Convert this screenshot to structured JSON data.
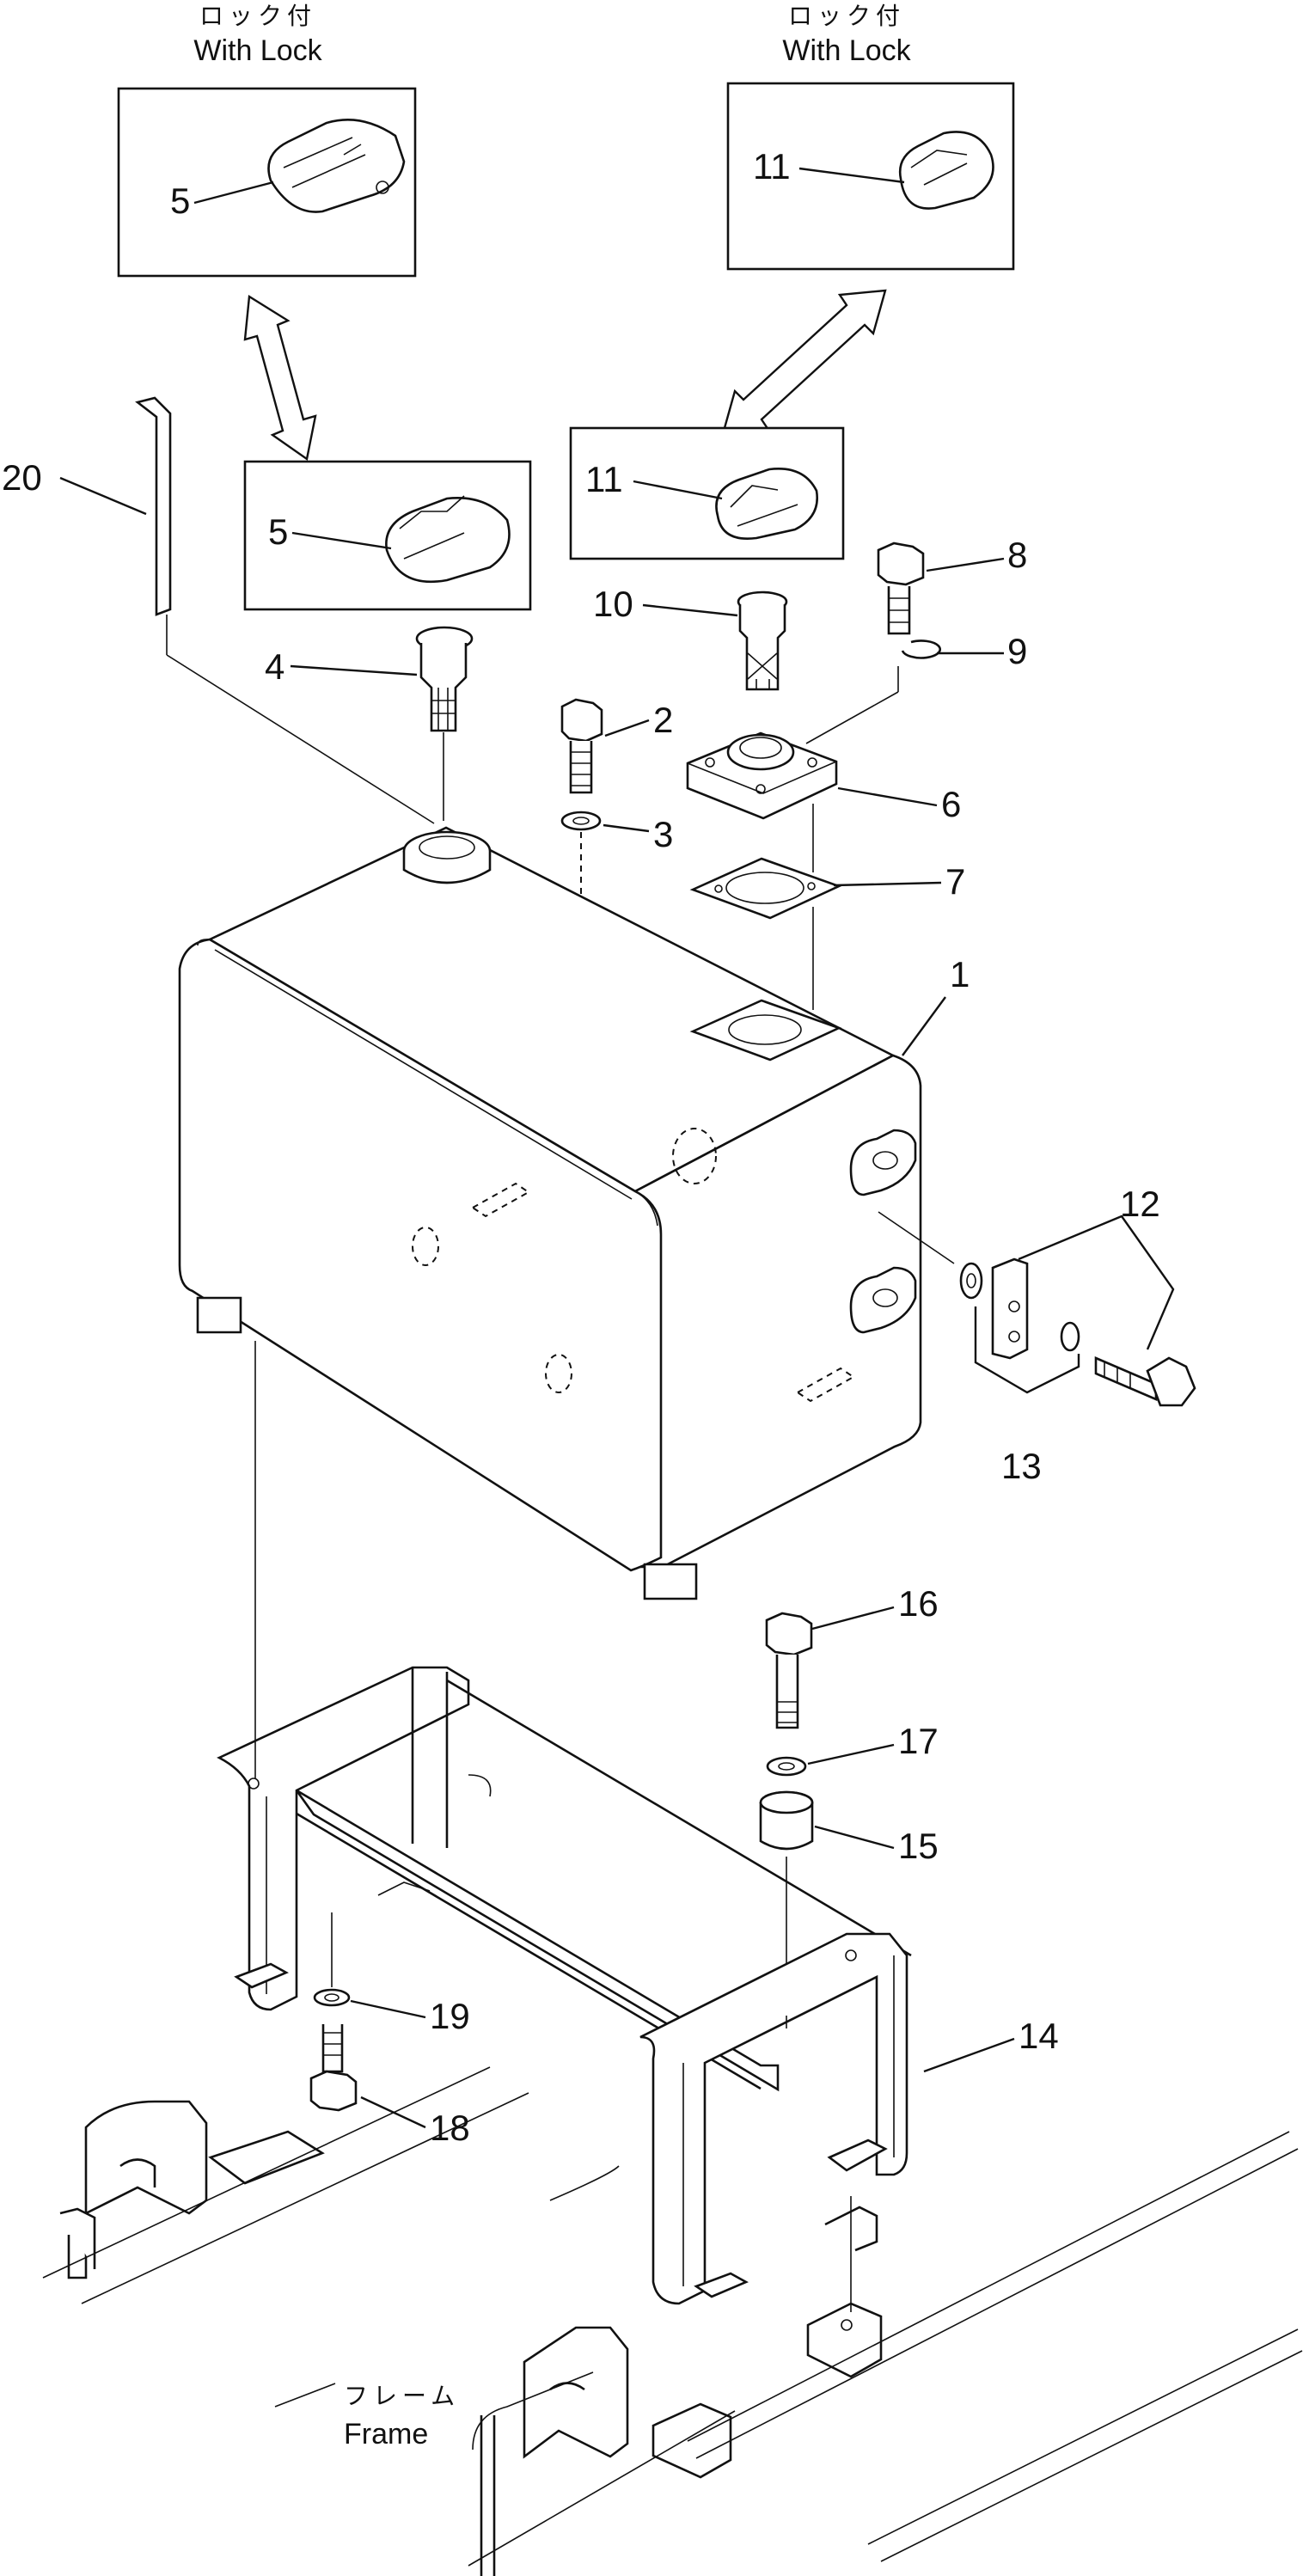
{
  "insets": {
    "top_left_caption_jp": "ロック付",
    "top_left_caption_en": "With Lock",
    "top_right_caption_jp": "ロック付",
    "top_right_caption_en": "With Lock"
  },
  "callouts": {
    "c1": "1",
    "c2": "2",
    "c3": "3",
    "c4": "4",
    "c5a": "5",
    "c5b": "5",
    "c6": "6",
    "c7": "7",
    "c8": "8",
    "c9": "9",
    "c10": "10",
    "c11a": "11",
    "c11b": "11",
    "c12": "12",
    "c13": "13",
    "c14": "14",
    "c15": "15",
    "c16": "16",
    "c17": "17",
    "c18": "18",
    "c19": "19",
    "c20": "20"
  },
  "frame_label": {
    "jp": "フレーム",
    "en": "Frame"
  }
}
